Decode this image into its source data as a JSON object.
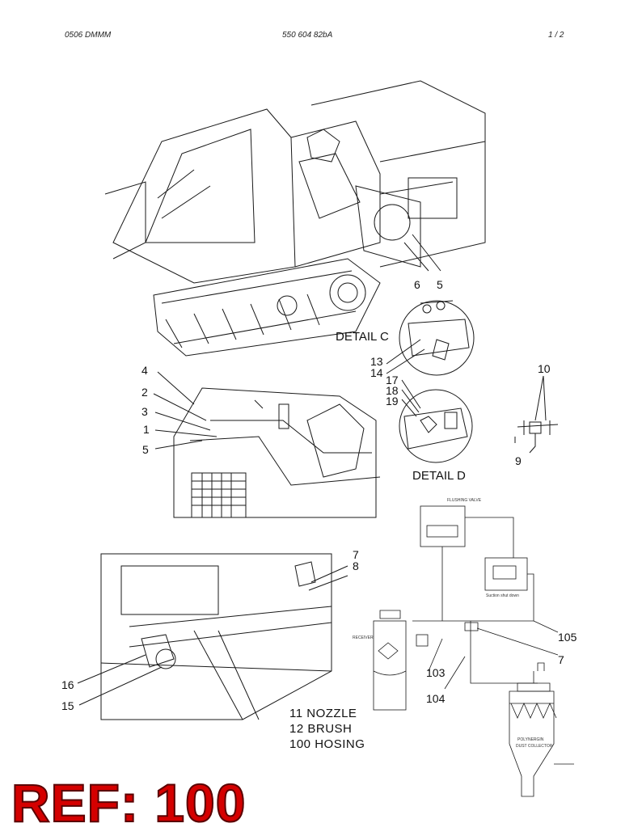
{
  "header": {
    "left": "0506 DMMM",
    "center": "550 604 82bA",
    "right": "1 /  2"
  },
  "details": {
    "c": "DETAIL C",
    "d": "DETAIL D"
  },
  "callouts": {
    "c6": "6",
    "c5a": "5",
    "c13": "13",
    "c14": "14",
    "c17": "17",
    "c18": "18",
    "c19": "19",
    "c10": "10",
    "c9": "9",
    "c4": "4",
    "c2": "2",
    "c3": "3",
    "c1": "1",
    "c5b": "5",
    "c7a": "7",
    "c8": "8",
    "c105": "105",
    "c7b": "7",
    "c103": "103",
    "c104": "104",
    "c16": "16",
    "c15": "15"
  },
  "legend": [
    "11  NOZZLE",
    "12  BRUSH",
    "100  HOSING"
  ],
  "schematic": {
    "flushing_valve": "FLUSHING VALVE",
    "suction_shut_down": "Suction shut down",
    "receiver": "RECEIVER",
    "collector_l1": "POLYNERGIN",
    "collector_l2": "DUST COLLECTOR"
  },
  "ref_label": "REF: 100",
  "colors": {
    "ref": "#d40000",
    "line": "#1a1a1a"
  }
}
